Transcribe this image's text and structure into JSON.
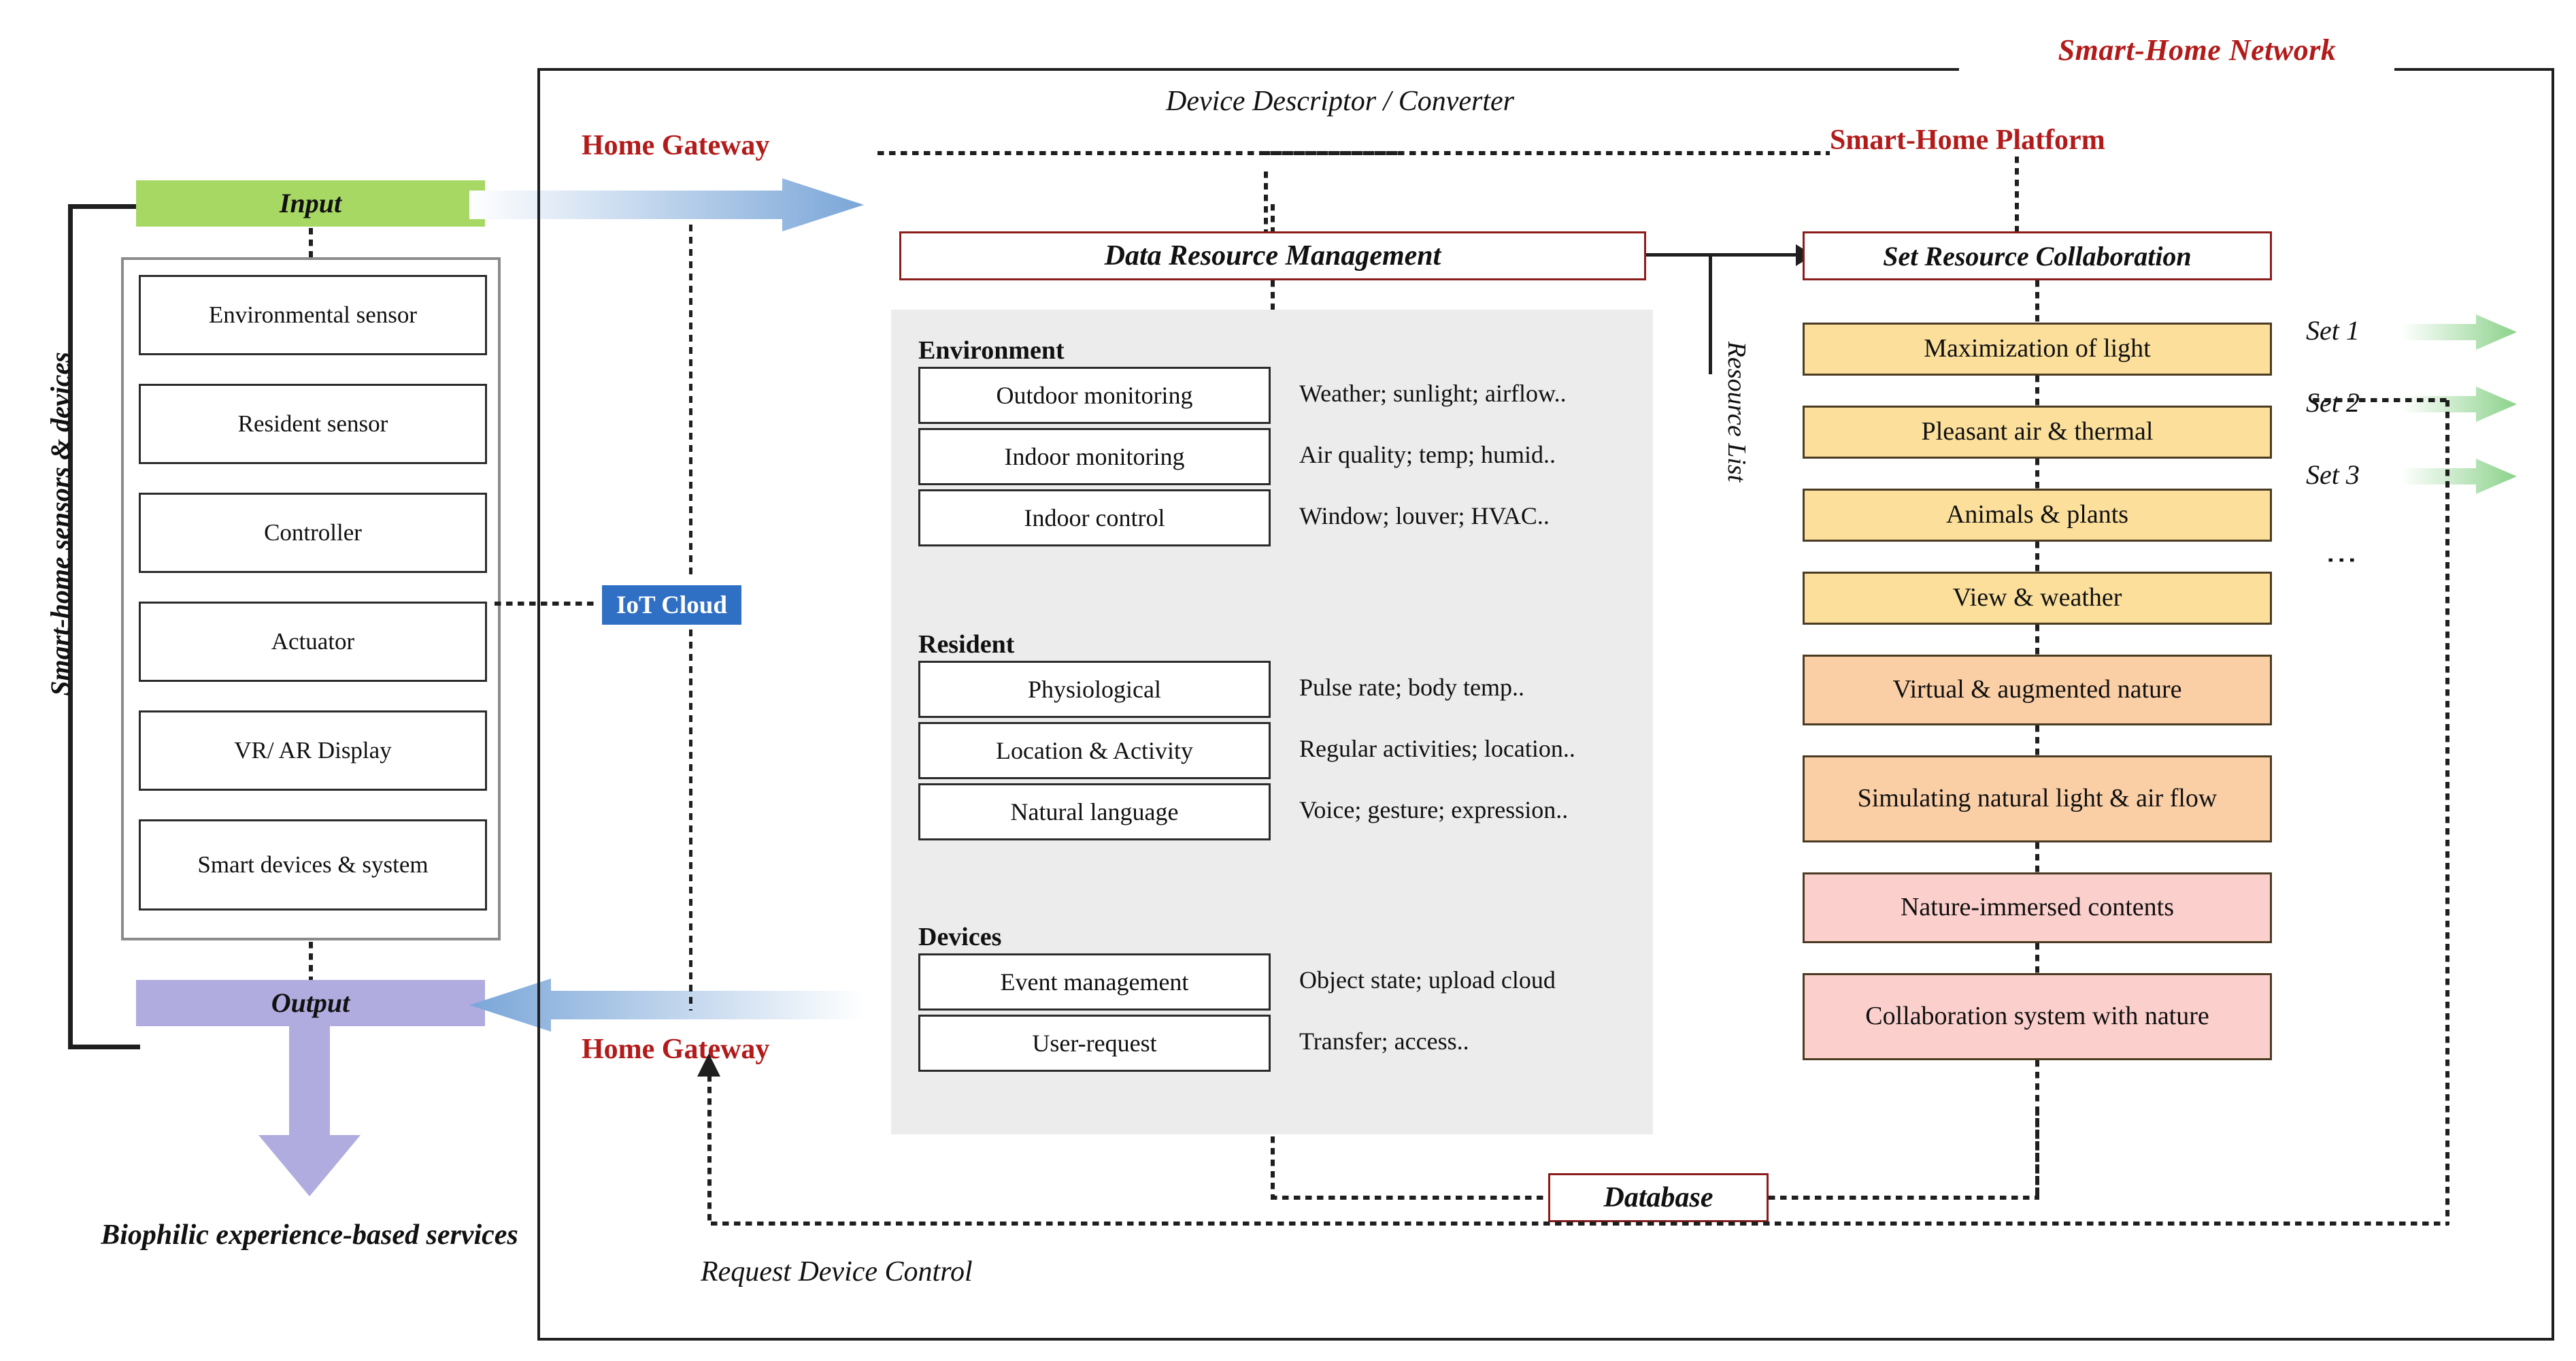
{
  "title": "Smart-Home Network",
  "left": {
    "side_label": "Smart-home sensors & devices",
    "input_label": "Input",
    "output_label": "Output",
    "services_label": "Biophilic experience-based services",
    "sensor_items": [
      "Environmental sensor",
      "Resident sensor",
      "Controller",
      "Actuator",
      "VR/ AR Display",
      "Smart devices & system"
    ]
  },
  "network": {
    "gateway_top": "Home Gateway",
    "gateway_bottom": "Home Gateway",
    "device_descriptor": "Device Descriptor / Converter",
    "platform_label": "Smart-Home Platform",
    "iot_cloud": "IoT Cloud",
    "request_device_control": "Request Device Control",
    "resource_list": "Resource List",
    "database": "Database"
  },
  "middle": {
    "header": "Data Resource Management",
    "groups": [
      {
        "title": "Environment",
        "rows": [
          {
            "label": "Outdoor monitoring",
            "desc": "Weather; sunlight; airflow.."
          },
          {
            "label": "Indoor monitoring",
            "desc": "Air quality; temp; humid.."
          },
          {
            "label": "Indoor control",
            "desc": "Window; louver; HVAC.."
          }
        ]
      },
      {
        "title": "Resident",
        "rows": [
          {
            "label": "Physiological",
            "desc": "Pulse rate; body temp.."
          },
          {
            "label": "Location & Activity",
            "desc": "Regular activities; location.."
          },
          {
            "label": "Natural language",
            "desc": "Voice; gesture; expression.."
          }
        ]
      },
      {
        "title": "Devices",
        "rows": [
          {
            "label": "Event management",
            "desc": "Object state; upload cloud"
          },
          {
            "label": "User-request",
            "desc": "Transfer; access.."
          }
        ]
      }
    ]
  },
  "right": {
    "header": "Set Resource Collaboration",
    "boxes": [
      {
        "label": "Maximization of light",
        "color": "#fbdf9b"
      },
      {
        "label": "Pleasant air & thermal",
        "color": "#fbdf9b"
      },
      {
        "label": "Animals & plants",
        "color": "#fbdf9b"
      },
      {
        "label": "View & weather",
        "color": "#fbdf9b"
      },
      {
        "label": "Virtual & augmented nature",
        "color": "#fbcfa6"
      },
      {
        "label": "Simulating natural light & air flow",
        "color": "#fbcfa6"
      },
      {
        "label": "Nature-immersed contents",
        "color": "#fbcfcc"
      },
      {
        "label": "Collaboration system with nature",
        "color": "#fbcfcc"
      }
    ],
    "set_tags": [
      "Set 1",
      "Set 2",
      "Set 3"
    ],
    "ellipsis": "⋮"
  },
  "colors": {
    "accent_red": "#b31b1b",
    "input_green": "#a8d864",
    "output_purple": "#b0acdf",
    "cloud_blue": "#2f6fc4",
    "panel_grey": "#ececec"
  }
}
